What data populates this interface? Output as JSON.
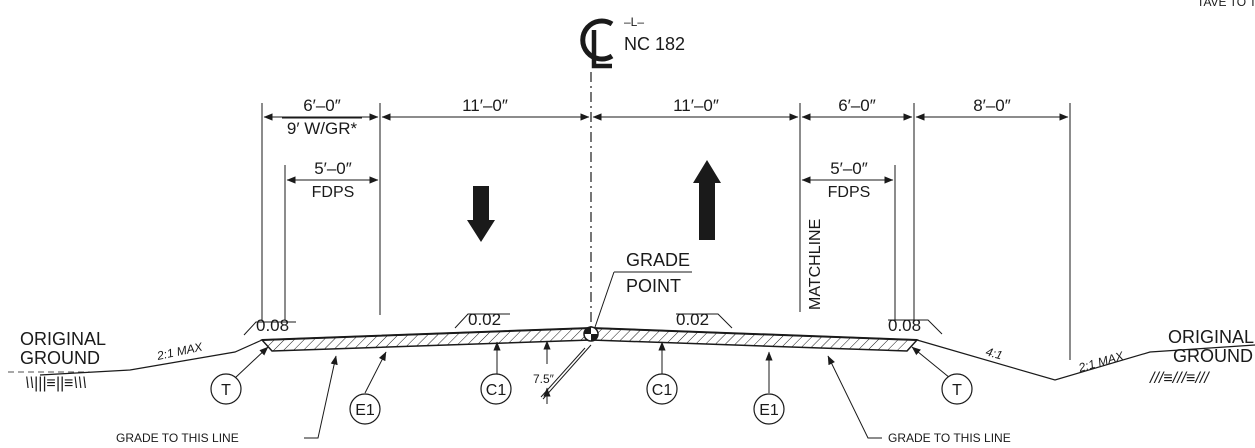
{
  "centerline": {
    "symbol": "CL",
    "sub_label": "–L–",
    "route": "NC 182"
  },
  "corner_text": "TAVE TO TA",
  "dimensions": {
    "left_shoulder": "6′–0″",
    "left_shoulder_alt": "9′ W/GR*",
    "left_lane": "11′–0″",
    "right_lane": "11′–0″",
    "right_shoulder": "6′–0″",
    "right_far": "8′–0″",
    "left_fdps": "5′–0″",
    "left_fdps_label": "FDPS",
    "right_fdps": "5′–0″",
    "right_fdps_label": "FDPS",
    "depth": "7.5″"
  },
  "slopes": {
    "left_shoulder": "0.08",
    "left_lane": "0.02",
    "right_lane": "0.02",
    "right_shoulder": "0.08",
    "left_side": "2:1 MAX",
    "right_fore": "4:1",
    "right_back": "2:1 MAX"
  },
  "labels": {
    "grade_point_1": "GRADE",
    "grade_point_2": "POINT",
    "matchline": "MATCHLINE",
    "original_ground_left_1": "ORIGINAL",
    "original_ground_left_2": "GROUND",
    "original_ground_right_1": "ORIGINAL",
    "original_ground_right_2": "GROUND",
    "grade_left": "GRADE TO THIS LINE",
    "grade_right": "GRADE TO THIS LINE"
  },
  "callouts": [
    "T",
    "E1",
    "C1",
    "C1",
    "E1",
    "T"
  ]
}
